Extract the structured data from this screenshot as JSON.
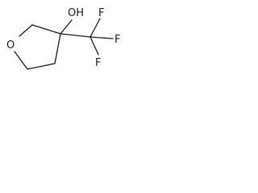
{
  "molecule": {
    "atoms": {
      "oxygen_ring": "O",
      "hydroxyl": "OH",
      "fluorine_top": "F",
      "fluorine_right": "F",
      "fluorine_bottom": "F"
    },
    "colors": {
      "bond": "#1a1a1a",
      "label": "#1a1a1a",
      "background": "#ffffff"
    }
  }
}
